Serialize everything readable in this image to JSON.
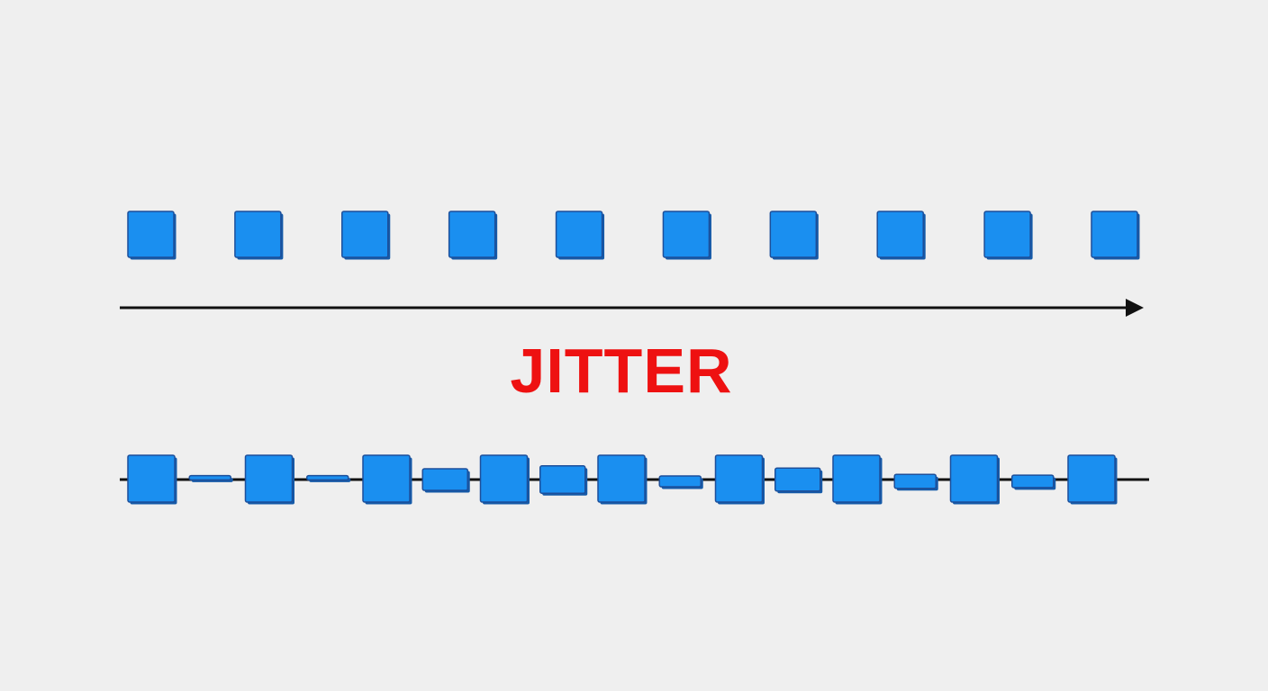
{
  "label": "JITTER",
  "colors": {
    "background": "#efefef",
    "packet_face": "#1a8ff0",
    "packet_edge": "#1d4f9a",
    "packet_side": "#155aa8",
    "axis": "#111111",
    "label": "#ee1111"
  },
  "top_row": {
    "packet_count": 10
  },
  "bottom_row": {
    "packets": [
      {
        "kind": "full"
      },
      {
        "kind": "thin",
        "level": 0.05
      },
      {
        "kind": "full"
      },
      {
        "kind": "thin",
        "level": 0.05
      },
      {
        "kind": "full"
      },
      {
        "kind": "slab",
        "level": 0.5
      },
      {
        "kind": "full"
      },
      {
        "kind": "slab",
        "level": 0.7
      },
      {
        "kind": "full"
      },
      {
        "kind": "thin",
        "level": 0.25
      },
      {
        "kind": "full"
      },
      {
        "kind": "slab",
        "level": 0.55
      },
      {
        "kind": "full"
      },
      {
        "kind": "thin",
        "level": 0.35
      },
      {
        "kind": "full"
      },
      {
        "kind": "thin",
        "level": 0.3
      },
      {
        "kind": "full"
      }
    ]
  }
}
